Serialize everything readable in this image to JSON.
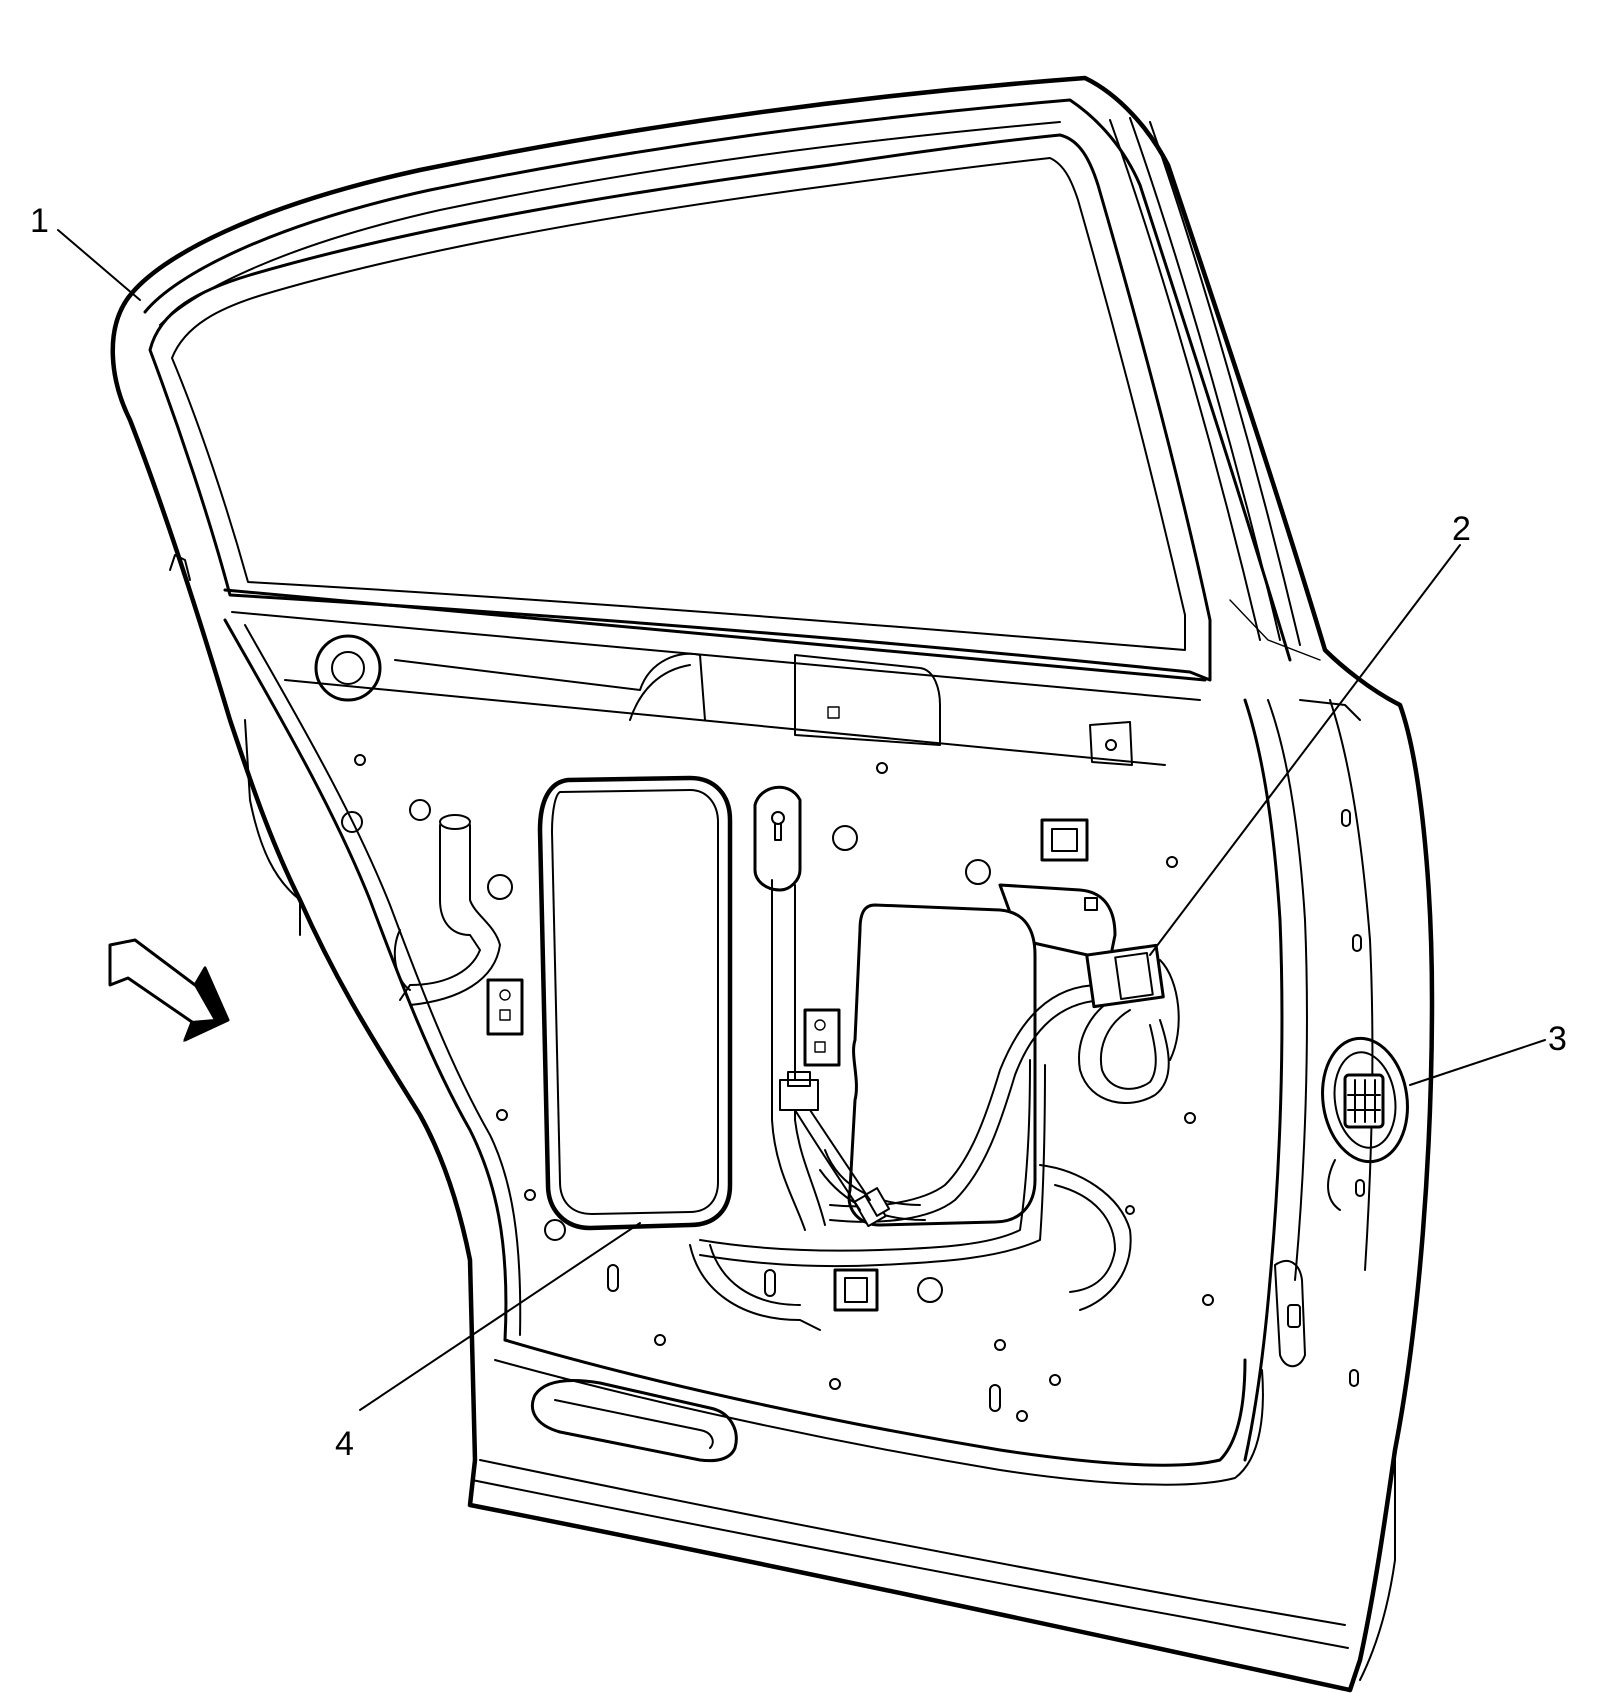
{
  "diagram": {
    "callouts": [
      {
        "id": "1",
        "label": "1"
      },
      {
        "id": "2",
        "label": "2"
      },
      {
        "id": "3",
        "label": "3"
      },
      {
        "id": "4",
        "label": "4"
      }
    ],
    "colors": {
      "line": "#000000",
      "background": "#ffffff"
    },
    "icons": [
      "view-direction-arrow-icon"
    ]
  }
}
